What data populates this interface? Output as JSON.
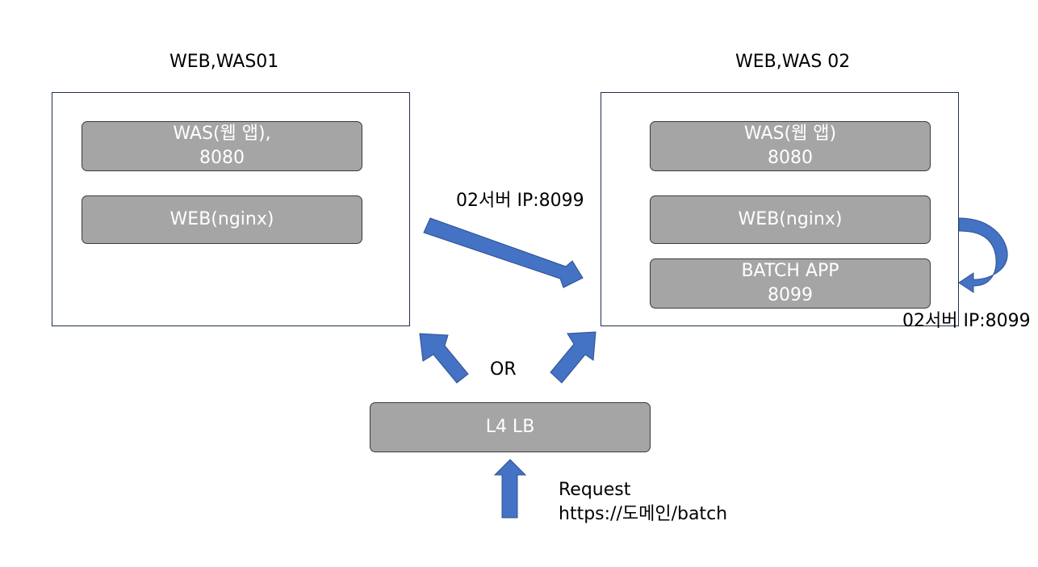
{
  "server1": {
    "title": "WEB,WAS01",
    "was_line1": "WAS(웹 앱),",
    "was_line2": "8080",
    "web": "WEB(nginx)"
  },
  "server2": {
    "title": "WEB,WAS 02",
    "was_line1": "WAS(웹 앱)",
    "was_line2": "8080",
    "web": "WEB(nginx)",
    "batch_line1": "BATCH APP",
    "batch_line2": "8099"
  },
  "labels": {
    "cross_server_ip": "02서버 IP:8099",
    "local_ip": "02서버 IP:8099",
    "or": "OR"
  },
  "load_balancer": {
    "label": "L4 LB"
  },
  "request": {
    "line1": "Request",
    "line2": "https://도메인/batch"
  },
  "colors": {
    "arrow_fill": "#4472c4",
    "arrow_stroke": "#2f528f",
    "pill_fill": "#a5a5a5",
    "box_border": "#1f2f4a"
  }
}
